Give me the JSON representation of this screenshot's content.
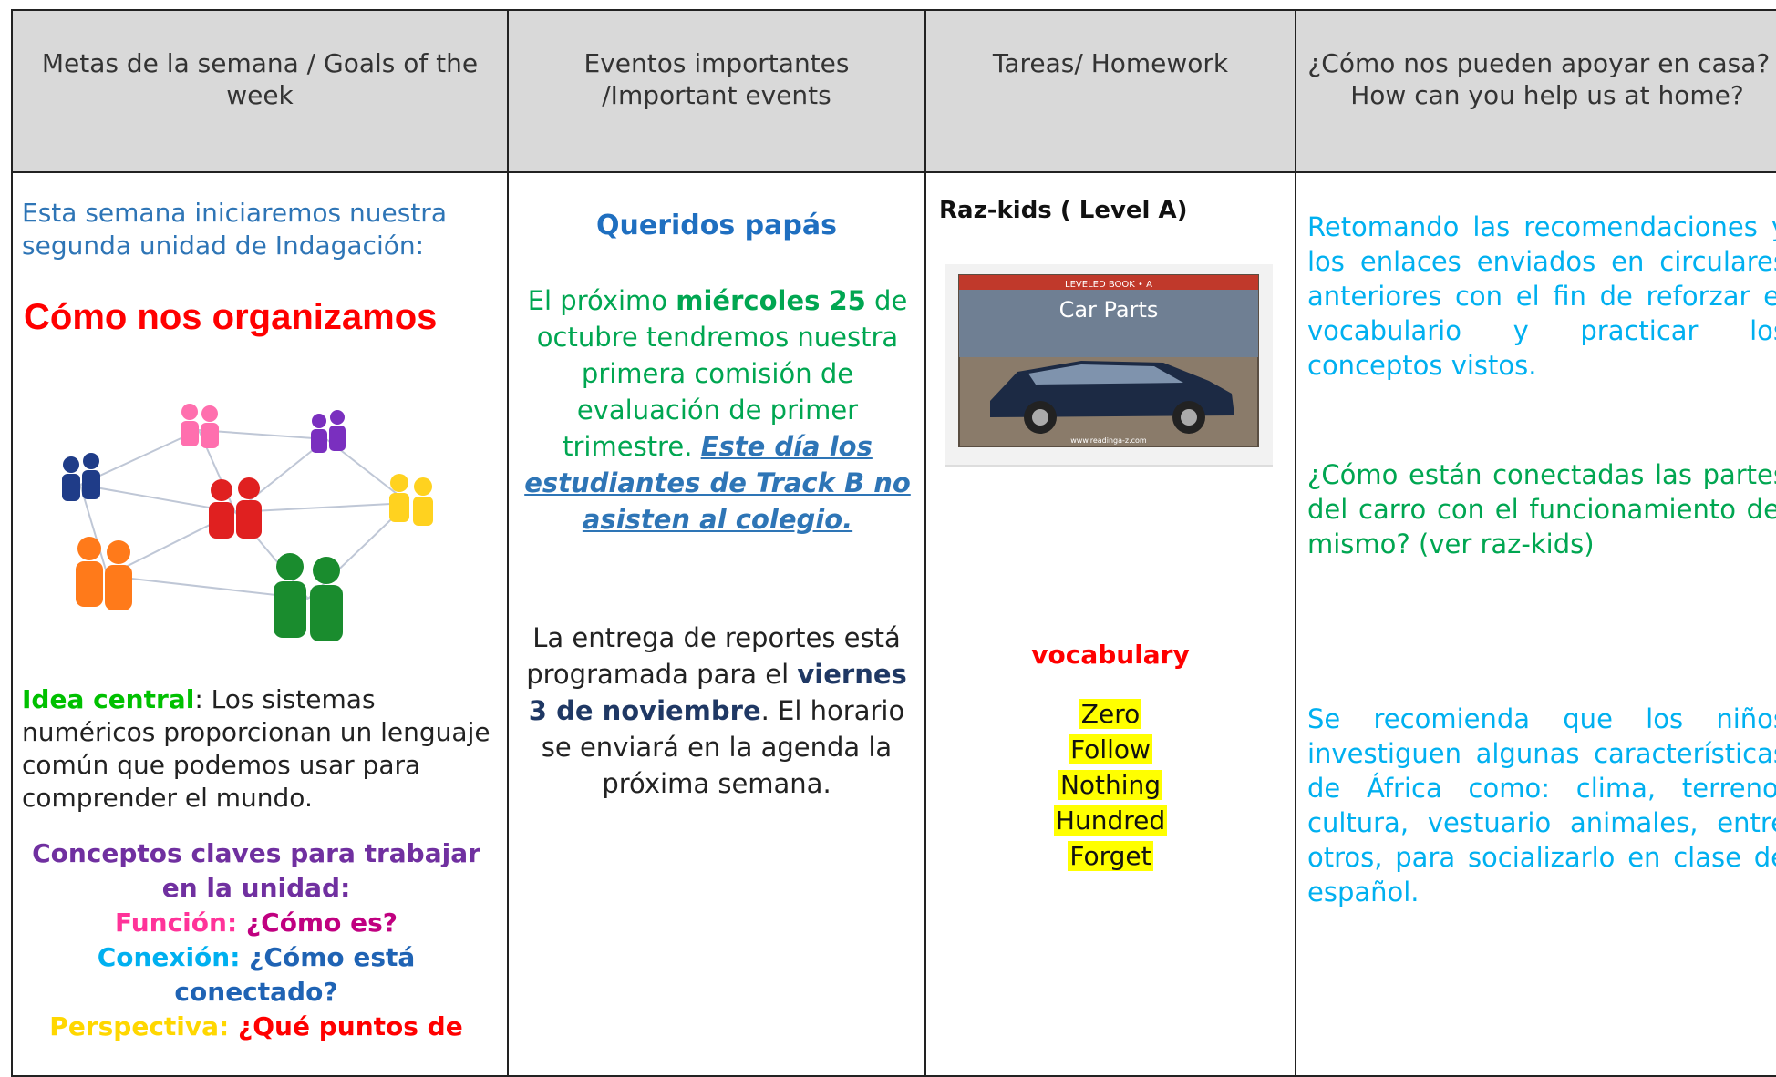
{
  "headers": [
    "Metas de la semana / Goals of the week",
    "Eventos importantes /Important events",
    "Tareas/ Homework",
    "¿Cómo nos pueden apoyar en casa? / How can you help us at home?"
  ],
  "goals": {
    "intro": "Esta semana iniciaremos nuestra segunda unidad de Indagación:",
    "unit_title": "Cómo nos organizamos",
    "idea_label": "Idea central",
    "idea_text": ": Los sistemas numéricos proporcionan un lenguaje común que podemos usar para comprender el mundo.",
    "concepts_title": "Conceptos claves para trabajar en la unidad:",
    "concepts": [
      {
        "label": "Función: ",
        "question": "¿Cómo es?"
      },
      {
        "label": "Conexión: ",
        "question": "¿Cómo está conectado?"
      },
      {
        "label": "Perspectiva: ",
        "question": "¿Qué puntos de"
      }
    ]
  },
  "events": {
    "greeting": "Queridos papás",
    "e1_pre": "El próximo ",
    "e1_bold": "miércoles 25",
    "e1_post": " de octubre  tendremos nuestra primera comisión de evaluación de primer trimestre. ",
    "e1_note": "Este día los estudiantes de Track B no asisten al colegio.",
    "e2_pre": "La entrega de reportes está programada para  el ",
    "e2_bold": "viernes 3 de noviembre",
    "e2_post": ". El horario  se enviará en la agenda la próxima semana."
  },
  "homework": {
    "raz_label": "Raz-kids  ( Level A)",
    "book_banner": "LEVELED BOOK • A",
    "book_title": "Car Parts",
    "book_footer": "www.readinga-z.com",
    "vocab_title": "vocabulary",
    "vocab_words": [
      "Zero",
      "Follow",
      "Nothing",
      "Hundred",
      "Forget"
    ]
  },
  "support": {
    "p1": "Retomando las recomendaciones y los enlaces enviados en circulares anteriores con el fin de reforzar el vocabulario y practicar los conceptos vistos.",
    "p2": "¿Cómo están conectadas las partes del carro con el funcionamiento del mismo? (ver raz-kids)",
    "p3": "Se recomienda que los niños investiguen algunas características de África como: clima, terreno, cultura, vestuario animales, entre otros, para socializarlo en clase de español."
  },
  "colors": {
    "header_bg": "#d9d9d9",
    "unit_title": "#ff0000",
    "blue_text": "#2e75b6",
    "green_text": "#00a651",
    "highlight": "#ffff00"
  }
}
